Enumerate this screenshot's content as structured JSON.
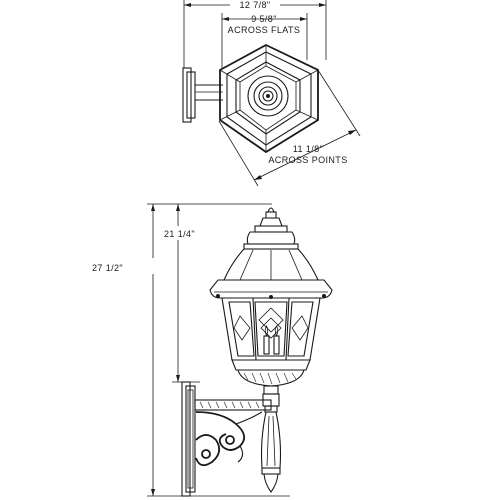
{
  "dimensions": {
    "overall_width": "12 7/8\"",
    "across_flats_value": "9 5/8\"",
    "across_flats_label": "ACROSS FLATS",
    "across_points_value": "11 1/8\"",
    "across_points_label": "ACROSS POINTS",
    "height_fixture": "21 1/4\"",
    "height_overall": "27 1/2\""
  },
  "colors": {
    "line": "#1a1a1a",
    "background": "#ffffff"
  }
}
